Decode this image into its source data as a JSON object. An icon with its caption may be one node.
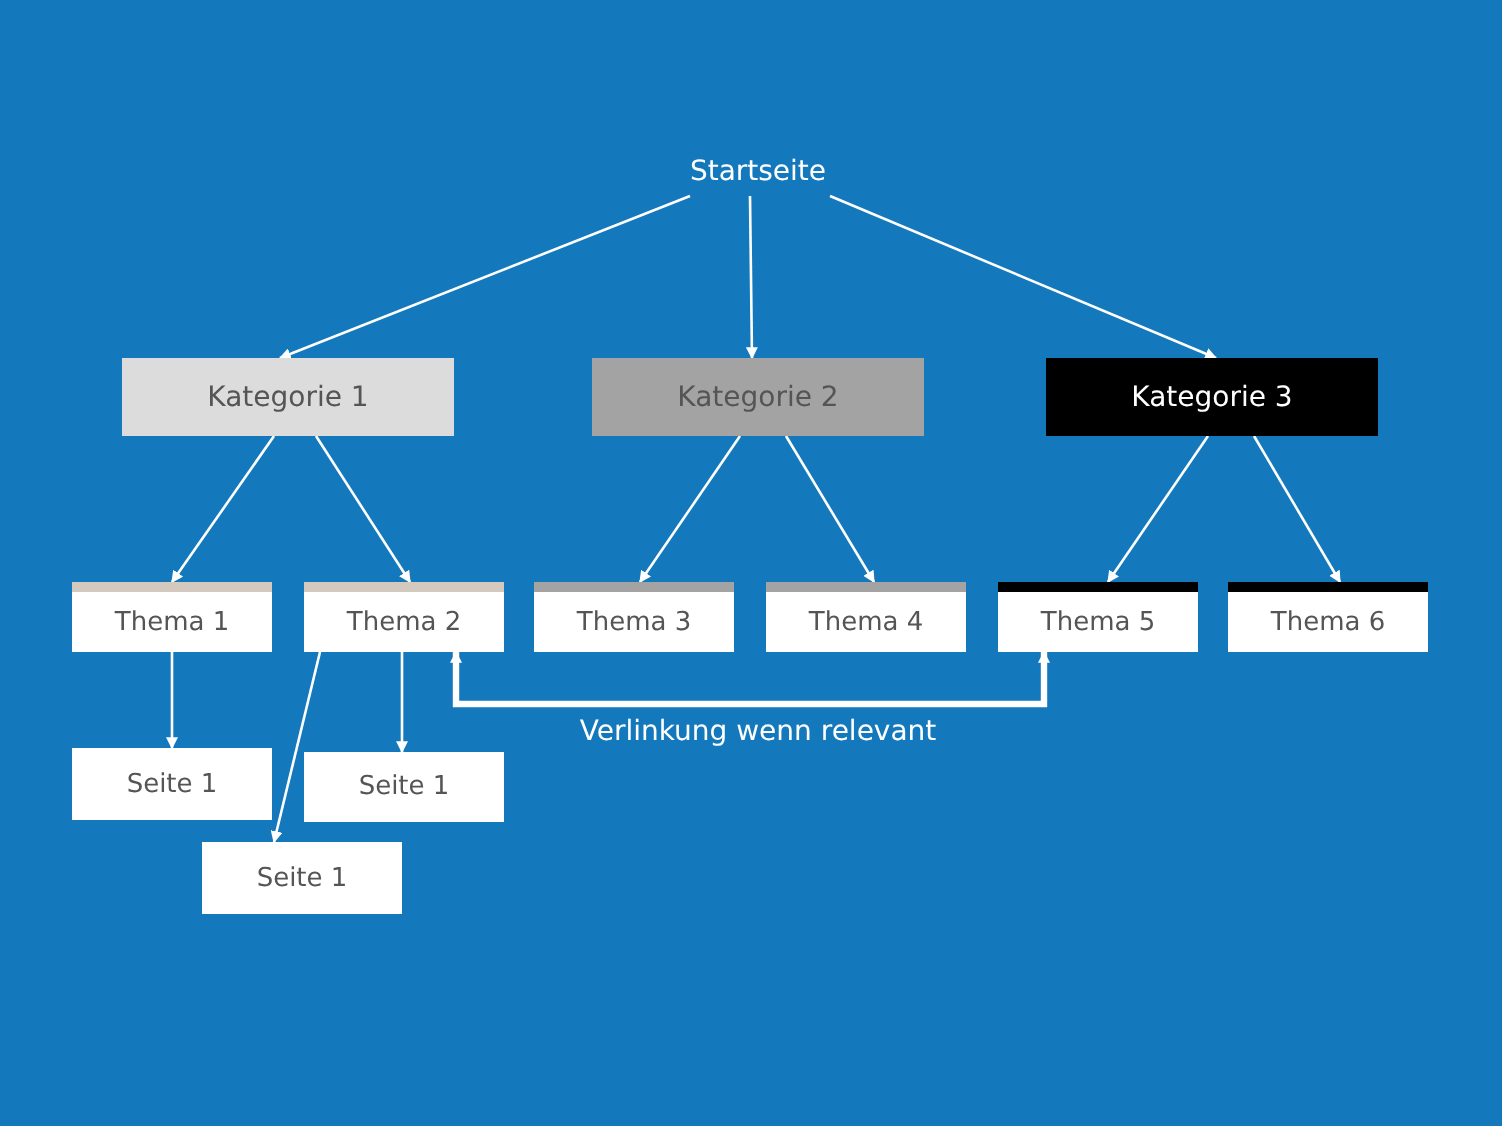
{
  "diagram": {
    "nodes": [
      {
        "text": [
          "Startseite"
        ]
      },
      {
        "text": [
          "Kategorie 1"
        ]
      },
      {
        "text": [
          "Kategorie 2"
        ]
      },
      {
        "text": [
          "Kategorie 3"
        ]
      },
      {
        "text": [
          "Thema 1"
        ]
      },
      {
        "text": [
          "Thema 2"
        ]
      },
      {
        "text": [
          "Thema 3"
        ]
      },
      {
        "text": [
          "Thema 4"
        ]
      },
      {
        "text": [
          "Thema 5"
        ]
      },
      {
        "text": [
          "Thema 6"
        ]
      },
      {
        "text": [
          "Seite 1"
        ]
      },
      {
        "text": [
          "Seite 1"
        ]
      },
      {
        "text": [
          "Seite 1"
        ]
      }
    ],
    "edges": [
      {
        "from": 0,
        "to": 1,
        "arrow": "to"
      },
      {
        "from": 0,
        "to": 2,
        "arrow": "to"
      },
      {
        "from": 0,
        "to": 3,
        "arrow": "to"
      },
      {
        "from": 1,
        "to": 4,
        "arrow": "to"
      },
      {
        "from": 1,
        "to": 5,
        "arrow": "to"
      },
      {
        "from": 2,
        "to": 6,
        "arrow": "to"
      },
      {
        "from": 2,
        "to": 7,
        "arrow": "to"
      },
      {
        "from": 3,
        "to": 8,
        "arrow": "to"
      },
      {
        "from": 3,
        "to": 9,
        "arrow": "to"
      },
      {
        "from": 4,
        "to": 10,
        "arrow": "to"
      },
      {
        "from": 5,
        "to": 12,
        "arrow": "to"
      },
      {
        "from": 5,
        "to": 11,
        "arrow": "to"
      },
      {
        "from": 5,
        "to": 8,
        "arrow": "both",
        "label": "Verlinkung wenn relevant",
        "style": "thick"
      }
    ]
  }
}
